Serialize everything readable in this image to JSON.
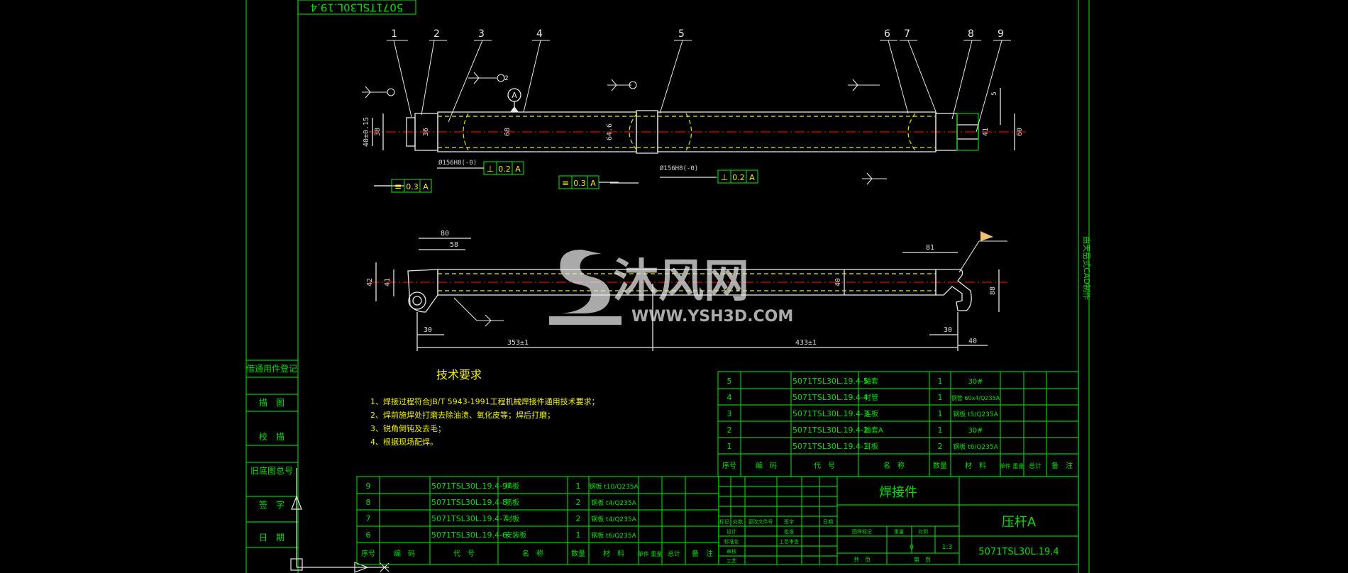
{
  "rotated_title": "5071TSL30L.19.4",
  "side_title": "由天岳式CAD制作",
  "left_column_labels": [
    "借通用件登记",
    "描　图",
    "校　描",
    "旧底图总号",
    "签　字",
    "日　期"
  ],
  "balloons": [
    "1",
    "2",
    "3",
    "4",
    "5",
    "6",
    "7",
    "8",
    "9"
  ],
  "top_dimensions": [
    "40±0.15",
    "38",
    "36",
    "68",
    "64.6",
    "60",
    "41",
    "5",
    "Ø156H8(-0)",
    "Ø156H8(-0)"
  ],
  "geometric_tolerances": [
    {
      "symbol": "⊥",
      "value": "0.2",
      "datum": "A"
    },
    {
      "symbol": "⊥",
      "value": "0.2",
      "datum": "A"
    },
    {
      "symbol": "≡",
      "value": "0.3",
      "datum": "A"
    },
    {
      "symbol": "≡",
      "value": "0.3",
      "datum": "A"
    }
  ],
  "datum_label": "A",
  "bottom_dimensions": [
    "80",
    "58",
    "81",
    "42",
    "41",
    "40",
    "30",
    "30",
    "40",
    "88",
    "353±1",
    "433±1"
  ],
  "tech_requirements": {
    "title": "技术要求",
    "items": [
      "1、焊接过程符合JB/T 5943-1991工程机械焊接件通用技术要求；",
      "2、焊前施焊处打磨去除油渍、氧化皮等；焊后打磨；",
      "3、锐角倒钝及去毛；",
      "4、根据现场配焊。"
    ]
  },
  "bom_right": {
    "rows": [
      [
        "5",
        "",
        "5071TSL30L.19.4-5",
        "轴套",
        "1",
        "30#",
        ""
      ],
      [
        "4",
        "",
        "5071TSL30L.19.4-4",
        "衬管",
        "1",
        "钢管 60x4/Q235A",
        ""
      ],
      [
        "3",
        "",
        "5071TSL30L.19.4-3",
        "连板",
        "1",
        "钢板 t5/Q235A",
        ""
      ],
      [
        "2",
        "",
        "5071TSL30L.19.4-2",
        "轴套A",
        "1",
        "30#",
        ""
      ],
      [
        "1",
        "",
        "5071TSL30L.19.4-1",
        "耳板",
        "2",
        "钢板 t6/Q235A",
        ""
      ]
    ],
    "header": [
      "序号",
      "编　码",
      "代　号",
      "名　称",
      "数量",
      "材　料",
      "单件 重量",
      "总计",
      "备　注"
    ]
  },
  "bom_left": {
    "rows": [
      [
        "9",
        "",
        "5071TSL30L.19.4-9",
        "横板",
        "1",
        "钢板 t10/Q235A",
        ""
      ],
      [
        "8",
        "",
        "5071TSL30L.19.4-8",
        "筋板",
        "2",
        "钢板 t4/Q235A",
        ""
      ],
      [
        "7",
        "",
        "5071TSL30L.19.4-7",
        "封板",
        "2",
        "钢板 t4/Q235A",
        ""
      ],
      [
        "6",
        "",
        "5071TSL30L.19.4-6",
        "安装板",
        "1",
        "钢板 t6/Q235A",
        ""
      ]
    ],
    "header": [
      "序号",
      "编　码",
      "代　号",
      "名　称",
      "数量",
      "材　料",
      "单件 重量",
      "总计",
      "备　注"
    ]
  },
  "title_block": {
    "part_type": "焊接件",
    "part_name": "压杆A",
    "drawing_no": "5071TSL30L.19.4",
    "labels": [
      "标记",
      "处数",
      "更改文件号",
      "签字",
      "日期",
      "设计",
      "标准化",
      "审核",
      "工艺",
      "批准",
      "工艺审查",
      "图样标记",
      "重量",
      "比例",
      "共　页",
      "第　页"
    ],
    "weight": "0",
    "scale": "1:3"
  },
  "watermark": {
    "cn": "沐风网",
    "url": "WWW.YSH3D.COM"
  }
}
